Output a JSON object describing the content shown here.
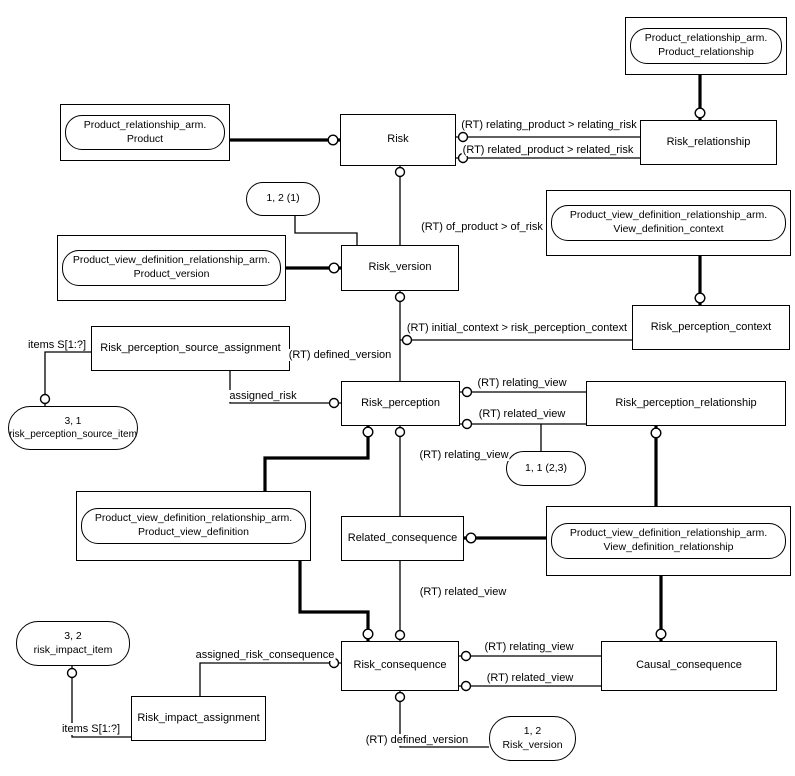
{
  "diagram": {
    "entities": {
      "risk": {
        "label": "Risk"
      },
      "risk_relationship": {
        "label": "Risk_relationship"
      },
      "risk_version": {
        "label": "Risk_version"
      },
      "risk_perception_context": {
        "label": "Risk_perception_context"
      },
      "risk_perception_source_assignment": {
        "label": "Risk_perception_source_assignment"
      },
      "risk_perception": {
        "label": "Risk_perception"
      },
      "risk_perception_relationship": {
        "label": "Risk_perception_relationship"
      },
      "related_consequence": {
        "label": "Related_consequence"
      },
      "risk_consequence": {
        "label": "Risk_consequence"
      },
      "causal_consequence": {
        "label": "Causal_consequence"
      },
      "risk_impact_assignment": {
        "label": "Risk_impact_assignment"
      }
    },
    "external_refs": {
      "product_relationship": {
        "line1": "Product_relationship_arm.",
        "line2": "Product_relationship"
      },
      "product": {
        "line1": "Product_relationship_arm.",
        "line2": "Product"
      },
      "product_version": {
        "line1": "Product_view_definition_relationship_arm.",
        "line2": "Product_version"
      },
      "view_definition_context": {
        "line1": "Product_view_definition_relationship_arm.",
        "line2": "View_definition_context"
      },
      "product_view_definition": {
        "line1": "Product_view_definition_relationship_arm.",
        "line2": "Product_view_definition"
      },
      "view_definition_relationship": {
        "line1": "Product_view_definition_relationship_arm.",
        "line2": "View_definition_relationship"
      }
    },
    "page_refs": {
      "ref_1_2_1": {
        "line1": "1, 2 (1)"
      },
      "ref_3_1": {
        "line1": "3, 1",
        "line2": "risk_perception_source_item"
      },
      "ref_1_1_23": {
        "line1": "1, 1 (2,3)"
      },
      "ref_3_2": {
        "line1": "3, 2",
        "line2": "risk_impact_item"
      },
      "ref_1_2_rv": {
        "line1": "1, 2",
        "line2": "Risk_version"
      }
    },
    "edge_labels": {
      "relating_product": "(RT) relating_product > relating_risk",
      "related_product": "(RT) related_product > related_risk",
      "of_product": "(RT) of_product > of_risk",
      "initial_context": "(RT) initial_context > risk_perception_context",
      "defined_version_rp": "(RT) defined_version",
      "assigned_risk": "assigned_risk",
      "items_source": "items S[1:?]",
      "relating_view_rpr": "(RT) relating_view",
      "related_view_rpr": "(RT) related_view",
      "relating_view_rc": "(RT) relating_view",
      "related_view_rc": "(RT) related_view",
      "assigned_risk_consequence": "assigned_risk_consequence",
      "relating_view_cc": "(RT) relating_view",
      "related_view_cc": "(RT) related_view",
      "defined_version_rcq": "(RT) defined_version",
      "items_impact": "items S[1:?]"
    },
    "colors": {
      "line": "#000000",
      "background": "#ffffff"
    }
  }
}
